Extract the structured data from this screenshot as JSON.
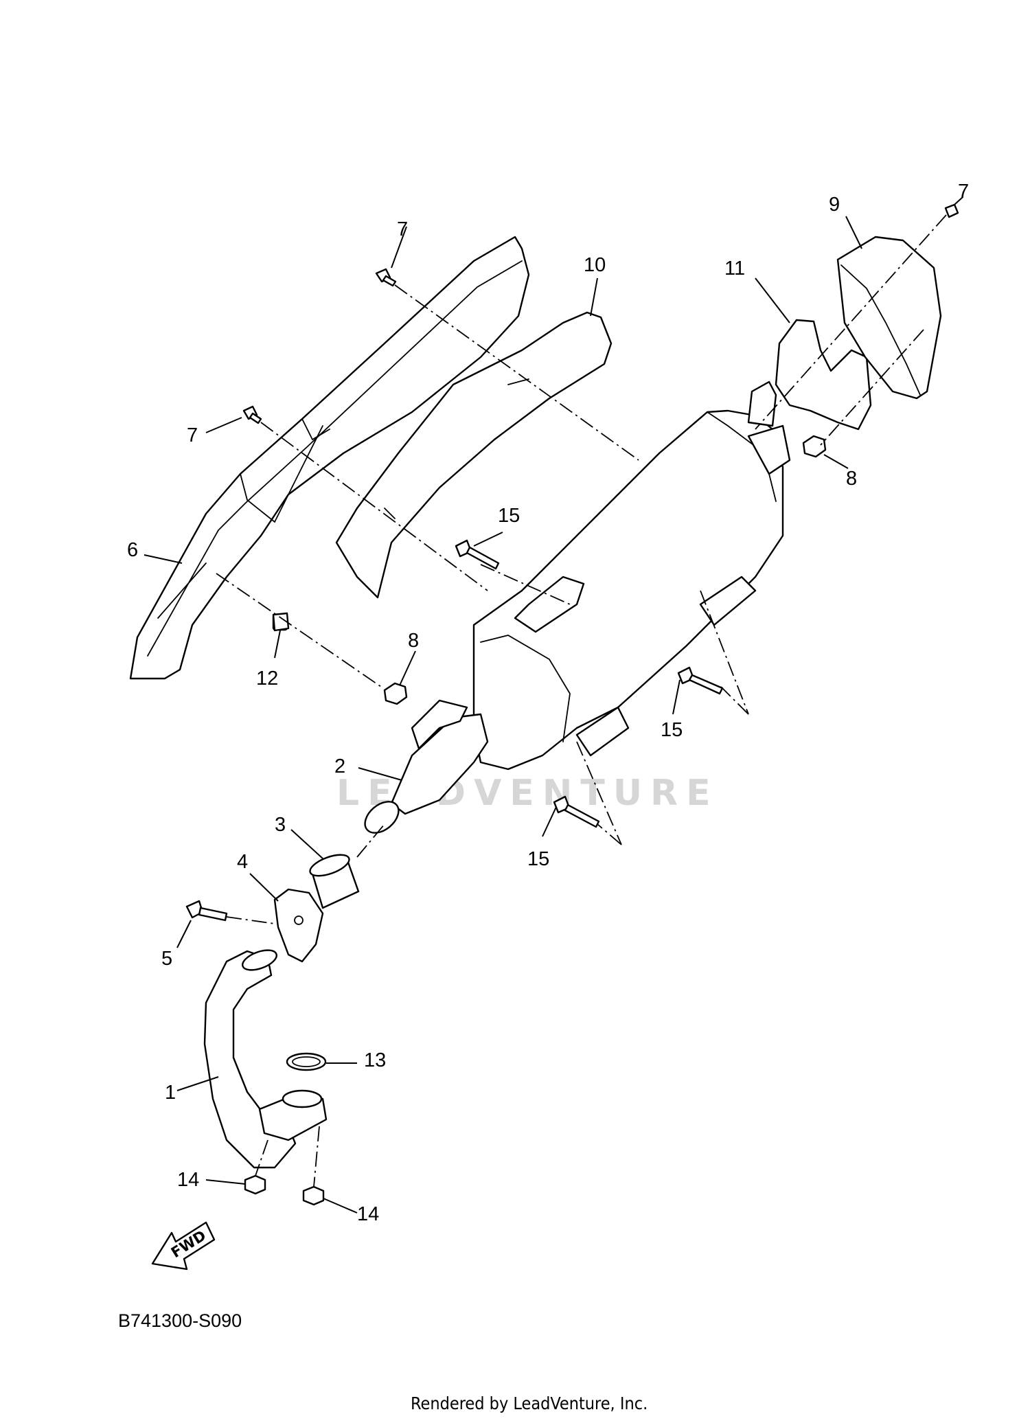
{
  "callouts": {
    "c1": "1",
    "c2": "2",
    "c3": "3",
    "c4": "4",
    "c5": "5",
    "c6": "6",
    "c7a": "7",
    "c7b": "7",
    "c7c": "7",
    "c8a": "8",
    "c8b": "8",
    "c9": "9",
    "c10": "10",
    "c11": "11",
    "c12": "12",
    "c13": "13",
    "c14a": "14",
    "c14b": "14",
    "c15a": "15",
    "c15b": "15",
    "c15c": "15"
  },
  "fwd_label": "FWD",
  "diagram_id": "B741300-S090",
  "watermark": "LEADVENTURE",
  "footer": "Rendered by LeadVenture, Inc."
}
